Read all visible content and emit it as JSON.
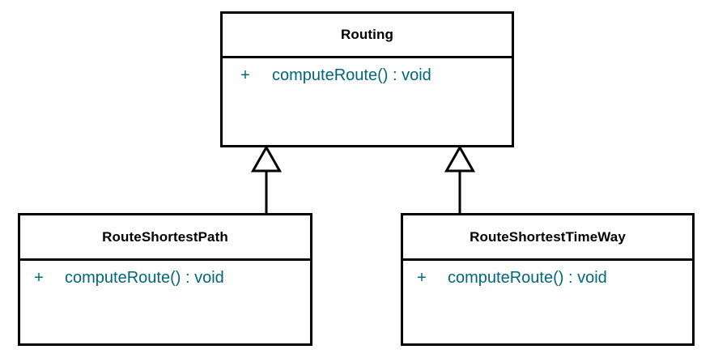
{
  "diagram": {
    "type": "uml-class-diagram",
    "background_color": "#ffffff",
    "border_color": "#000000",
    "member_text_color": "#00667a",
    "class_name_color": "#000000",
    "classes": [
      {
        "id": "routing",
        "name": "Routing",
        "members": [
          {
            "visibility": "+",
            "signature": "computeRoute() : void"
          }
        ]
      },
      {
        "id": "route-shortest-path",
        "name": "RouteShortestPath",
        "members": [
          {
            "visibility": "+",
            "signature": "computeRoute() : void"
          }
        ]
      },
      {
        "id": "route-shortest-time-way",
        "name": "RouteShortestTimeWay",
        "members": [
          {
            "visibility": "+",
            "signature": "computeRoute() : void"
          }
        ]
      }
    ],
    "relationships": [
      {
        "id": "generalization-left",
        "kind": "generalization",
        "source": "RouteShortestPath",
        "target": "Routing"
      },
      {
        "id": "generalization-right",
        "kind": "generalization",
        "source": "RouteShortestTimeWay",
        "target": "Routing"
      }
    ]
  }
}
